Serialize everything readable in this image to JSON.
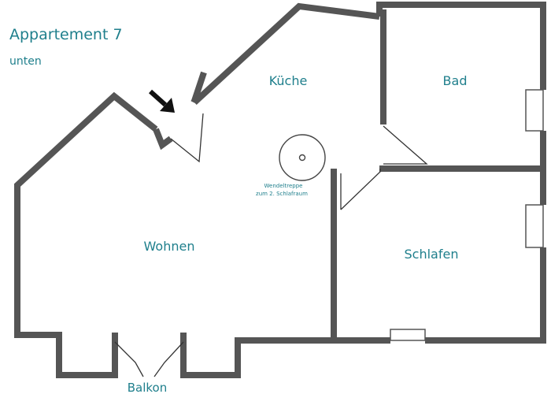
{
  "plan": {
    "title": "Appartement 7",
    "subtitle": "unten",
    "colors": {
      "label": "#1f7f8c",
      "wall": "#555555",
      "background": "#ffffff"
    }
  },
  "rooms": {
    "kueche": "Küche",
    "bad": "Bad",
    "wohnen": "Wohnen",
    "schlafen": "Schlafen",
    "balkon": "Balkon"
  },
  "stair": {
    "line1": "Wendeltreppe",
    "line2": "zum 2. Schlafraum"
  },
  "icons": {
    "entrance": "entrance-arrow-icon"
  }
}
